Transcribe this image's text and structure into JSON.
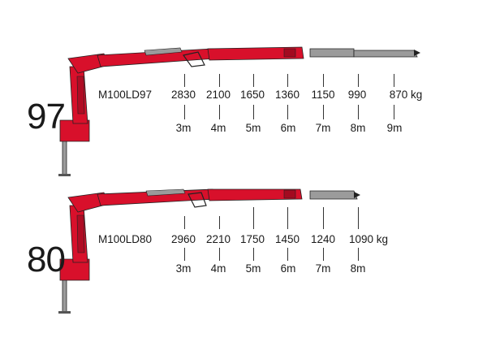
{
  "colors": {
    "boom": "#d8102b",
    "boom_dark": "#a30a20",
    "extension": "#9b9b9b",
    "outline": "#222222"
  },
  "panels": [
    {
      "model_number": "97",
      "model_name": "M100LD97",
      "loads": [
        "2830",
        "2100",
        "1650",
        "1360",
        "1150",
        "990",
        "870 kg"
      ],
      "distances": [
        "3m",
        "4m",
        "5m",
        "6m",
        "7m",
        "8m",
        "9m"
      ]
    },
    {
      "model_number": "80",
      "model_name": "M100LD80",
      "loads": [
        "2960",
        "2210",
        "1750",
        "1450",
        "1240",
        "1090 kg"
      ],
      "distances": [
        "3m",
        "4m",
        "5m",
        "6m",
        "7m",
        "8m"
      ]
    }
  ]
}
